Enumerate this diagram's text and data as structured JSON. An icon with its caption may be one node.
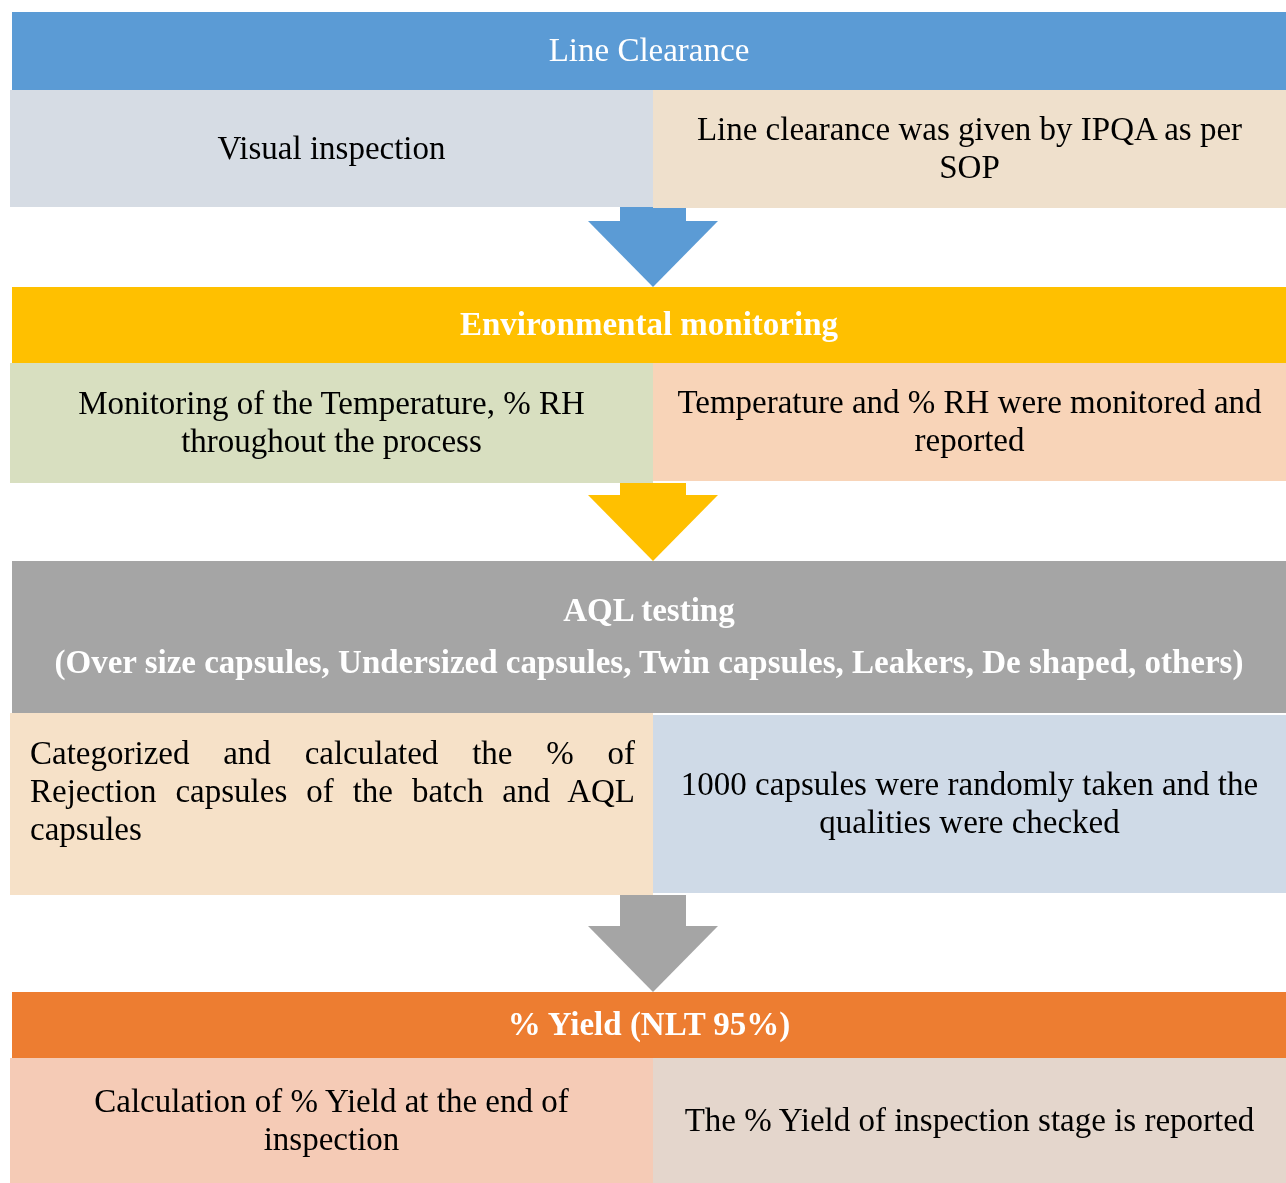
{
  "diagram": {
    "nodes": [
      {
        "text": [
          "Line Clearance"
        ]
      },
      {
        "text": [
          "Visual inspection"
        ]
      },
      {
        "text": [
          "Line clearance was given by IPQA as per SOP"
        ]
      },
      {
        "text": [
          "Environmental monitoring"
        ]
      },
      {
        "text": [
          "Monitoring of the Temperature, % RH throughout the process"
        ]
      },
      {
        "text": [
          "Temperature and % RH were monitored and reported"
        ]
      },
      {
        "text": [
          "AQL testing",
          "(Over size capsules, Undersized capsules, Twin capsules, Leakers, De shaped, others)"
        ]
      },
      {
        "text": [
          "Categorized and calculated the % of Rejection capsules of the batch and AQL capsules"
        ]
      },
      {
        "text": [
          "1000 capsules were randomly taken and the qualities were checked"
        ]
      },
      {
        "text": [
          "% Yield (NLT 95%)"
        ]
      },
      {
        "text": [
          "Calculation of % Yield at the end of inspection"
        ]
      },
      {
        "text": [
          "The % Yield of inspection stage is reported"
        ]
      }
    ],
    "edges": [
      {
        "from": 1,
        "to": 3,
        "arrow": "to",
        "color": "#5b9bd5"
      },
      {
        "from": 4,
        "to": 6,
        "arrow": "to",
        "color": "#ffc000"
      },
      {
        "from": 7,
        "to": 9,
        "arrow": "to",
        "color": "#a5a5a5"
      }
    ]
  }
}
